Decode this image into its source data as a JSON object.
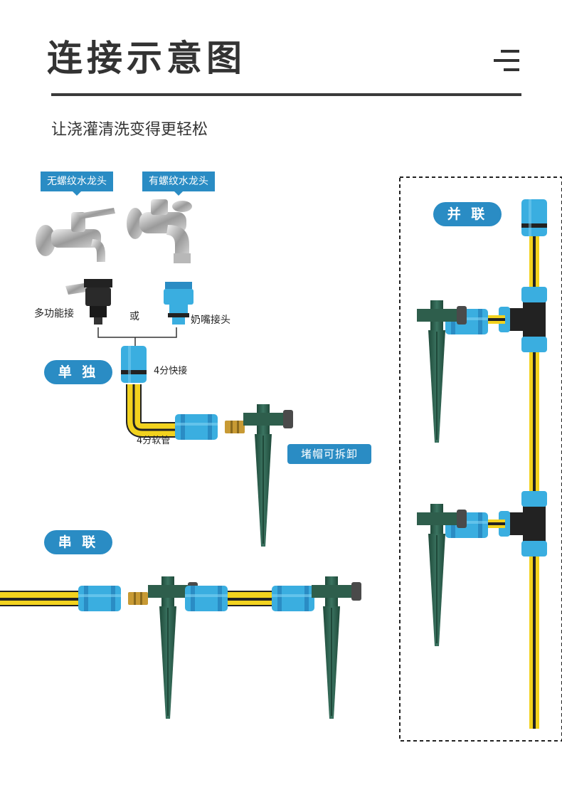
{
  "header": {
    "title": "连接示意图",
    "subtitle": "让浇灌清洗变得更轻松"
  },
  "faucets": {
    "no_thread_label": "无螺纹水龙头",
    "thread_label": "有螺纹水龙头",
    "or_label": "或",
    "multi_connector_label": "多功能接",
    "nipple_connector_label": "奶嘴接头"
  },
  "single": {
    "label": "单 独",
    "quick_connector_label": "4分快接",
    "hose_label": "4分软管",
    "cap_label": "堵帽可拆卸"
  },
  "series": {
    "label": "串 联"
  },
  "parallel": {
    "label": "并 联"
  },
  "colors": {
    "accent_blue": "#2a8cc4",
    "connector_blue": "#3aaee0",
    "hose_yellow": "#f2d21e",
    "spike_green": "#2e5e4c",
    "brass": "#c89a34"
  }
}
